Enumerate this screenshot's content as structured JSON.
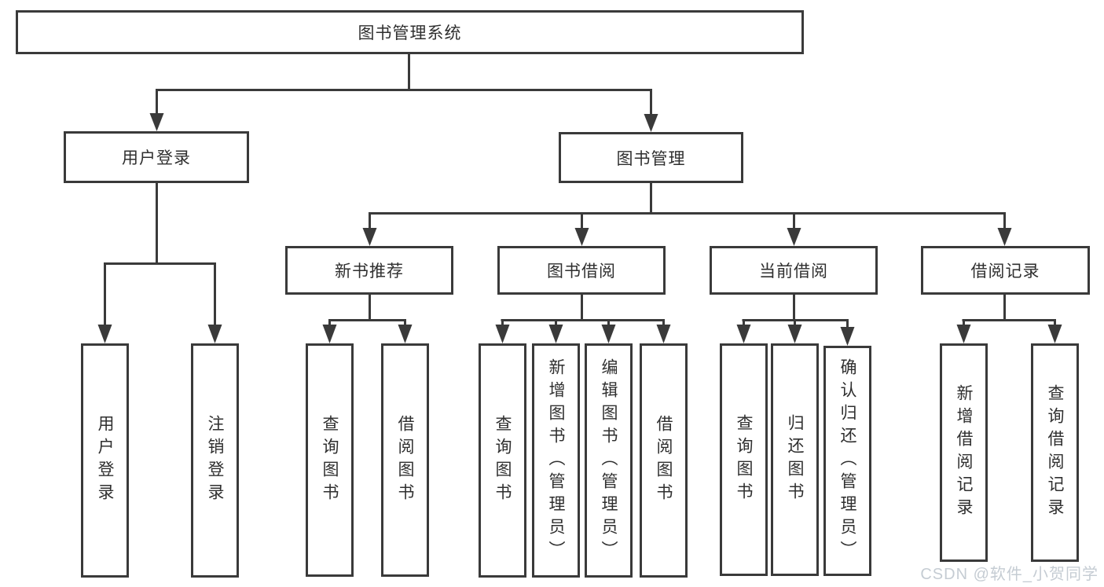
{
  "diagram": {
    "title": "图书管理系统",
    "level2": {
      "user_login": "用户登录",
      "book_mgmt": "图书管理"
    },
    "level3": {
      "new_book": "新书推荐",
      "borrow": "图书借阅",
      "current": "当前借阅",
      "records": "借阅记录"
    },
    "leaves": {
      "user_login": [
        "用户登录",
        "注销登录"
      ],
      "new_book": [
        "查询图书",
        "借阅图书"
      ],
      "borrow": [
        "查询图书",
        "新增图书（管理员）",
        "编辑图书（管理员）",
        "借阅图书"
      ],
      "current": [
        "查询图书",
        "归还图书",
        "确认归还（管理员）"
      ],
      "records": [
        "新增借阅记录",
        "查询借阅记录"
      ]
    }
  },
  "watermark": "CSDN @软件_小贺同学",
  "colors": {
    "line": "#3a3a3a",
    "text": "#2f2f2f",
    "background": "#ffffff",
    "watermark": "#c5ccd3"
  }
}
